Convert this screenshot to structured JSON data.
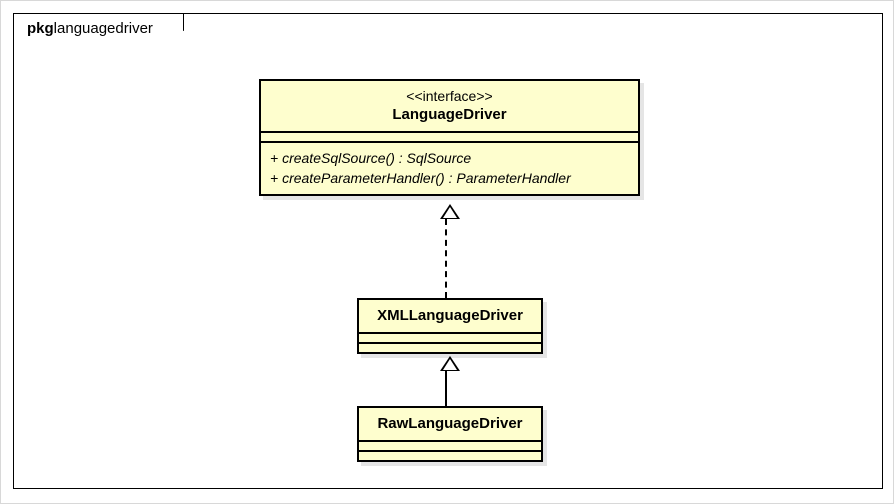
{
  "diagram": {
    "type": "uml-class-diagram",
    "package": {
      "keyword": "pkg",
      "name": "languagedriver"
    },
    "colors": {
      "class_fill": "#FEFECE",
      "class_border": "#000000",
      "frame_border": "#000000",
      "background": "#FFFFFF",
      "shadow": "#D8D8D8"
    },
    "classes": [
      {
        "id": "language-driver",
        "stereotype": "<<interface>>",
        "name": "LanguageDriver",
        "attributes": [],
        "methods": [
          "+ createSqlSource() : SqlSource",
          "+ createParameterHandler() : ParameterHandler"
        ]
      },
      {
        "id": "xml-language-driver",
        "stereotype": "",
        "name": "XMLLanguageDriver",
        "attributes": [],
        "methods": []
      },
      {
        "id": "raw-language-driver",
        "stereotype": "",
        "name": "RawLanguageDriver",
        "attributes": [],
        "methods": []
      }
    ],
    "relationships": [
      {
        "id": "realization",
        "kind": "realization",
        "line": "dashed",
        "arrowhead": "hollow-triangle",
        "from": "XMLLanguageDriver",
        "to": "LanguageDriver"
      },
      {
        "id": "generalization",
        "kind": "generalization",
        "line": "solid",
        "arrowhead": "hollow-triangle",
        "from": "RawLanguageDriver",
        "to": "XMLLanguageDriver"
      }
    ]
  }
}
